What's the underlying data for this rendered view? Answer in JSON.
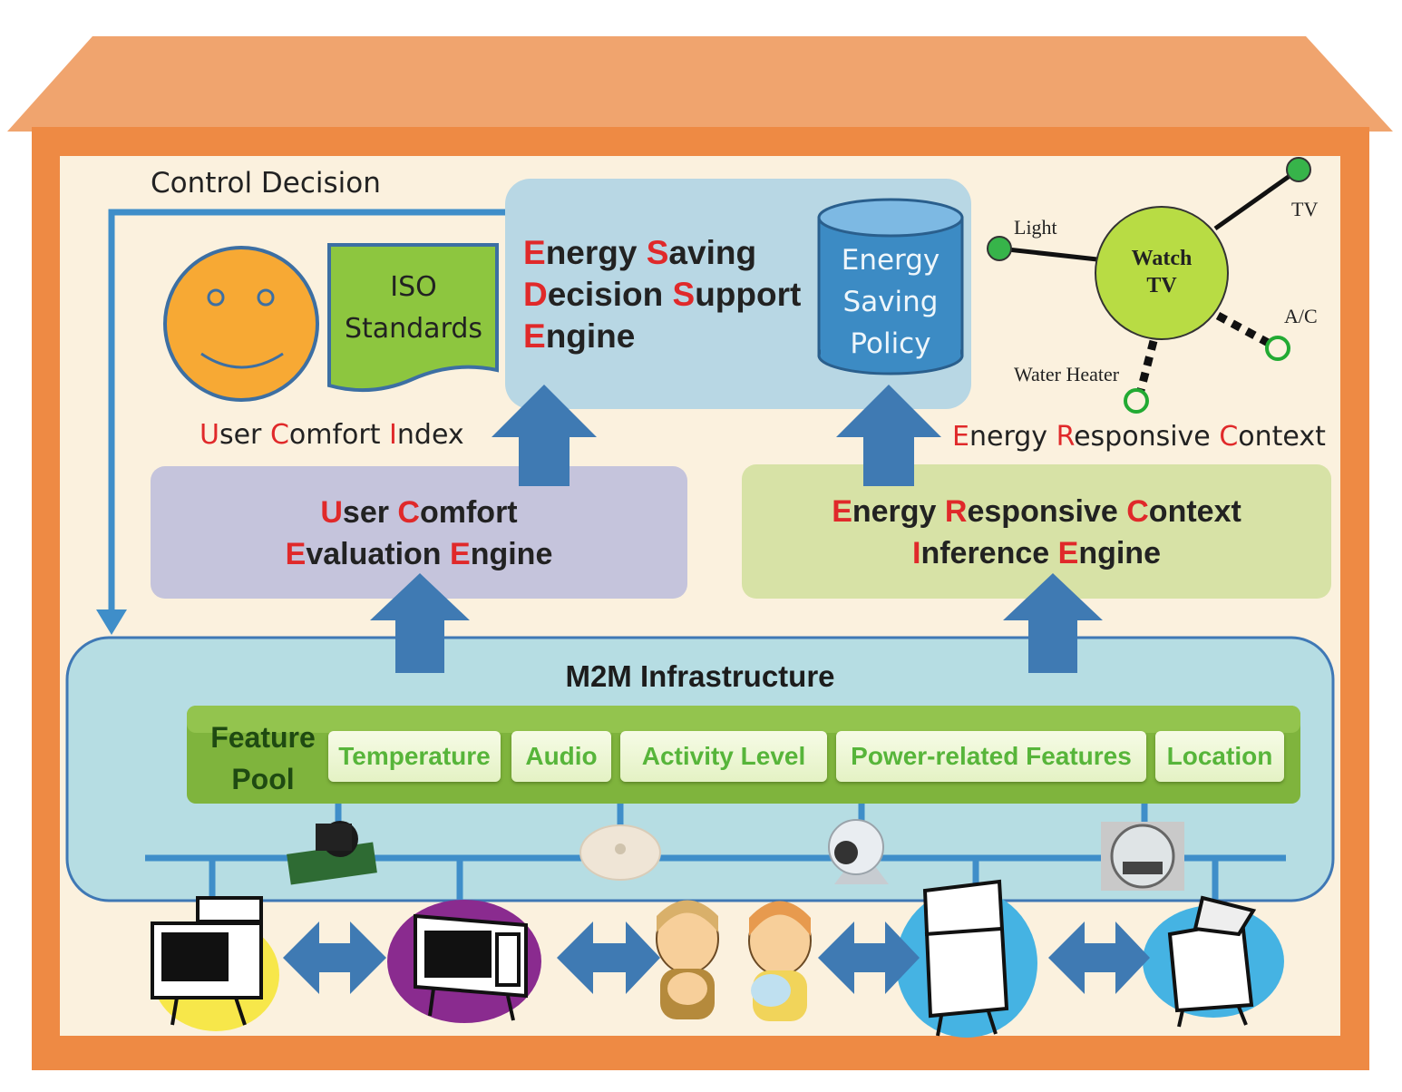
{
  "control_decision": "Control Decision",
  "decision_engine": {
    "line1": [
      {
        "c": "E",
        "r": true
      },
      {
        "c": "nergy ",
        "r": false
      },
      {
        "c": "S",
        "r": true
      },
      {
        "c": "aving",
        "r": false
      }
    ],
    "line2": [
      {
        "c": "D",
        "r": true
      },
      {
        "c": "ecision ",
        "r": false
      },
      {
        "c": "S",
        "r": true
      },
      {
        "c": "upport",
        "r": false
      }
    ],
    "line3": [
      {
        "c": "E",
        "r": true
      },
      {
        "c": "ngine",
        "r": false
      }
    ]
  },
  "policy": {
    "line1": "Energy",
    "line2": "Saving",
    "line3": "Policy"
  },
  "iso": {
    "line1": "ISO",
    "line2": "Standards"
  },
  "user_comfort_index": [
    {
      "c": "U",
      "r": true
    },
    {
      "c": "ser ",
      "r": false
    },
    {
      "c": "C",
      "r": true
    },
    {
      "c": "omfort ",
      "r": false
    },
    {
      "c": "I",
      "r": true
    },
    {
      "c": "ndex",
      "r": false
    }
  ],
  "energy_responsive_context": [
    {
      "c": "E",
      "r": true
    },
    {
      "c": "nergy ",
      "r": false
    },
    {
      "c": "R",
      "r": true
    },
    {
      "c": "esponsive ",
      "r": false
    },
    {
      "c": "C",
      "r": true
    },
    {
      "c": "ontext",
      "r": false
    }
  ],
  "user_comfort_engine": {
    "line1": [
      {
        "c": "U",
        "r": true
      },
      {
        "c": "ser ",
        "r": false
      },
      {
        "c": "C",
        "r": true
      },
      {
        "c": "omfort",
        "r": false
      }
    ],
    "line2": [
      {
        "c": "E",
        "r": true
      },
      {
        "c": "valuation ",
        "r": false
      },
      {
        "c": "E",
        "r": true
      },
      {
        "c": "ngine",
        "r": false
      }
    ]
  },
  "context_engine": {
    "line1": [
      {
        "c": "E",
        "r": true
      },
      {
        "c": "nergy ",
        "r": false
      },
      {
        "c": "R",
        "r": true
      },
      {
        "c": "esponsive ",
        "r": false
      },
      {
        "c": "C",
        "r": true
      },
      {
        "c": "ontext",
        "r": false
      }
    ],
    "line2": [
      {
        "c": "I",
        "r": true
      },
      {
        "c": "nference ",
        "r": false
      },
      {
        "c": "E",
        "r": true
      },
      {
        "c": "ngine",
        "r": false
      }
    ]
  },
  "context_graph": {
    "center_line1": "Watch",
    "center_line2": "TV",
    "light": "Light",
    "tv": "TV",
    "ac": "A/C",
    "water_heater": "Water Heater"
  },
  "m2m": {
    "title": "M2M Infrastructure"
  },
  "feature_pool": {
    "line1": "Feature",
    "line2": "Pool",
    "features": [
      "Temperature",
      "Audio",
      "Activity Level",
      "Power-related Features",
      "Location"
    ]
  },
  "colors": {
    "roof": "#f0a46e",
    "house": "#ee8a44",
    "wall": "#fbf1de",
    "arrow": "#3f7ab3",
    "accent_red": "#e0292a",
    "feature_green": "#57b53a"
  }
}
